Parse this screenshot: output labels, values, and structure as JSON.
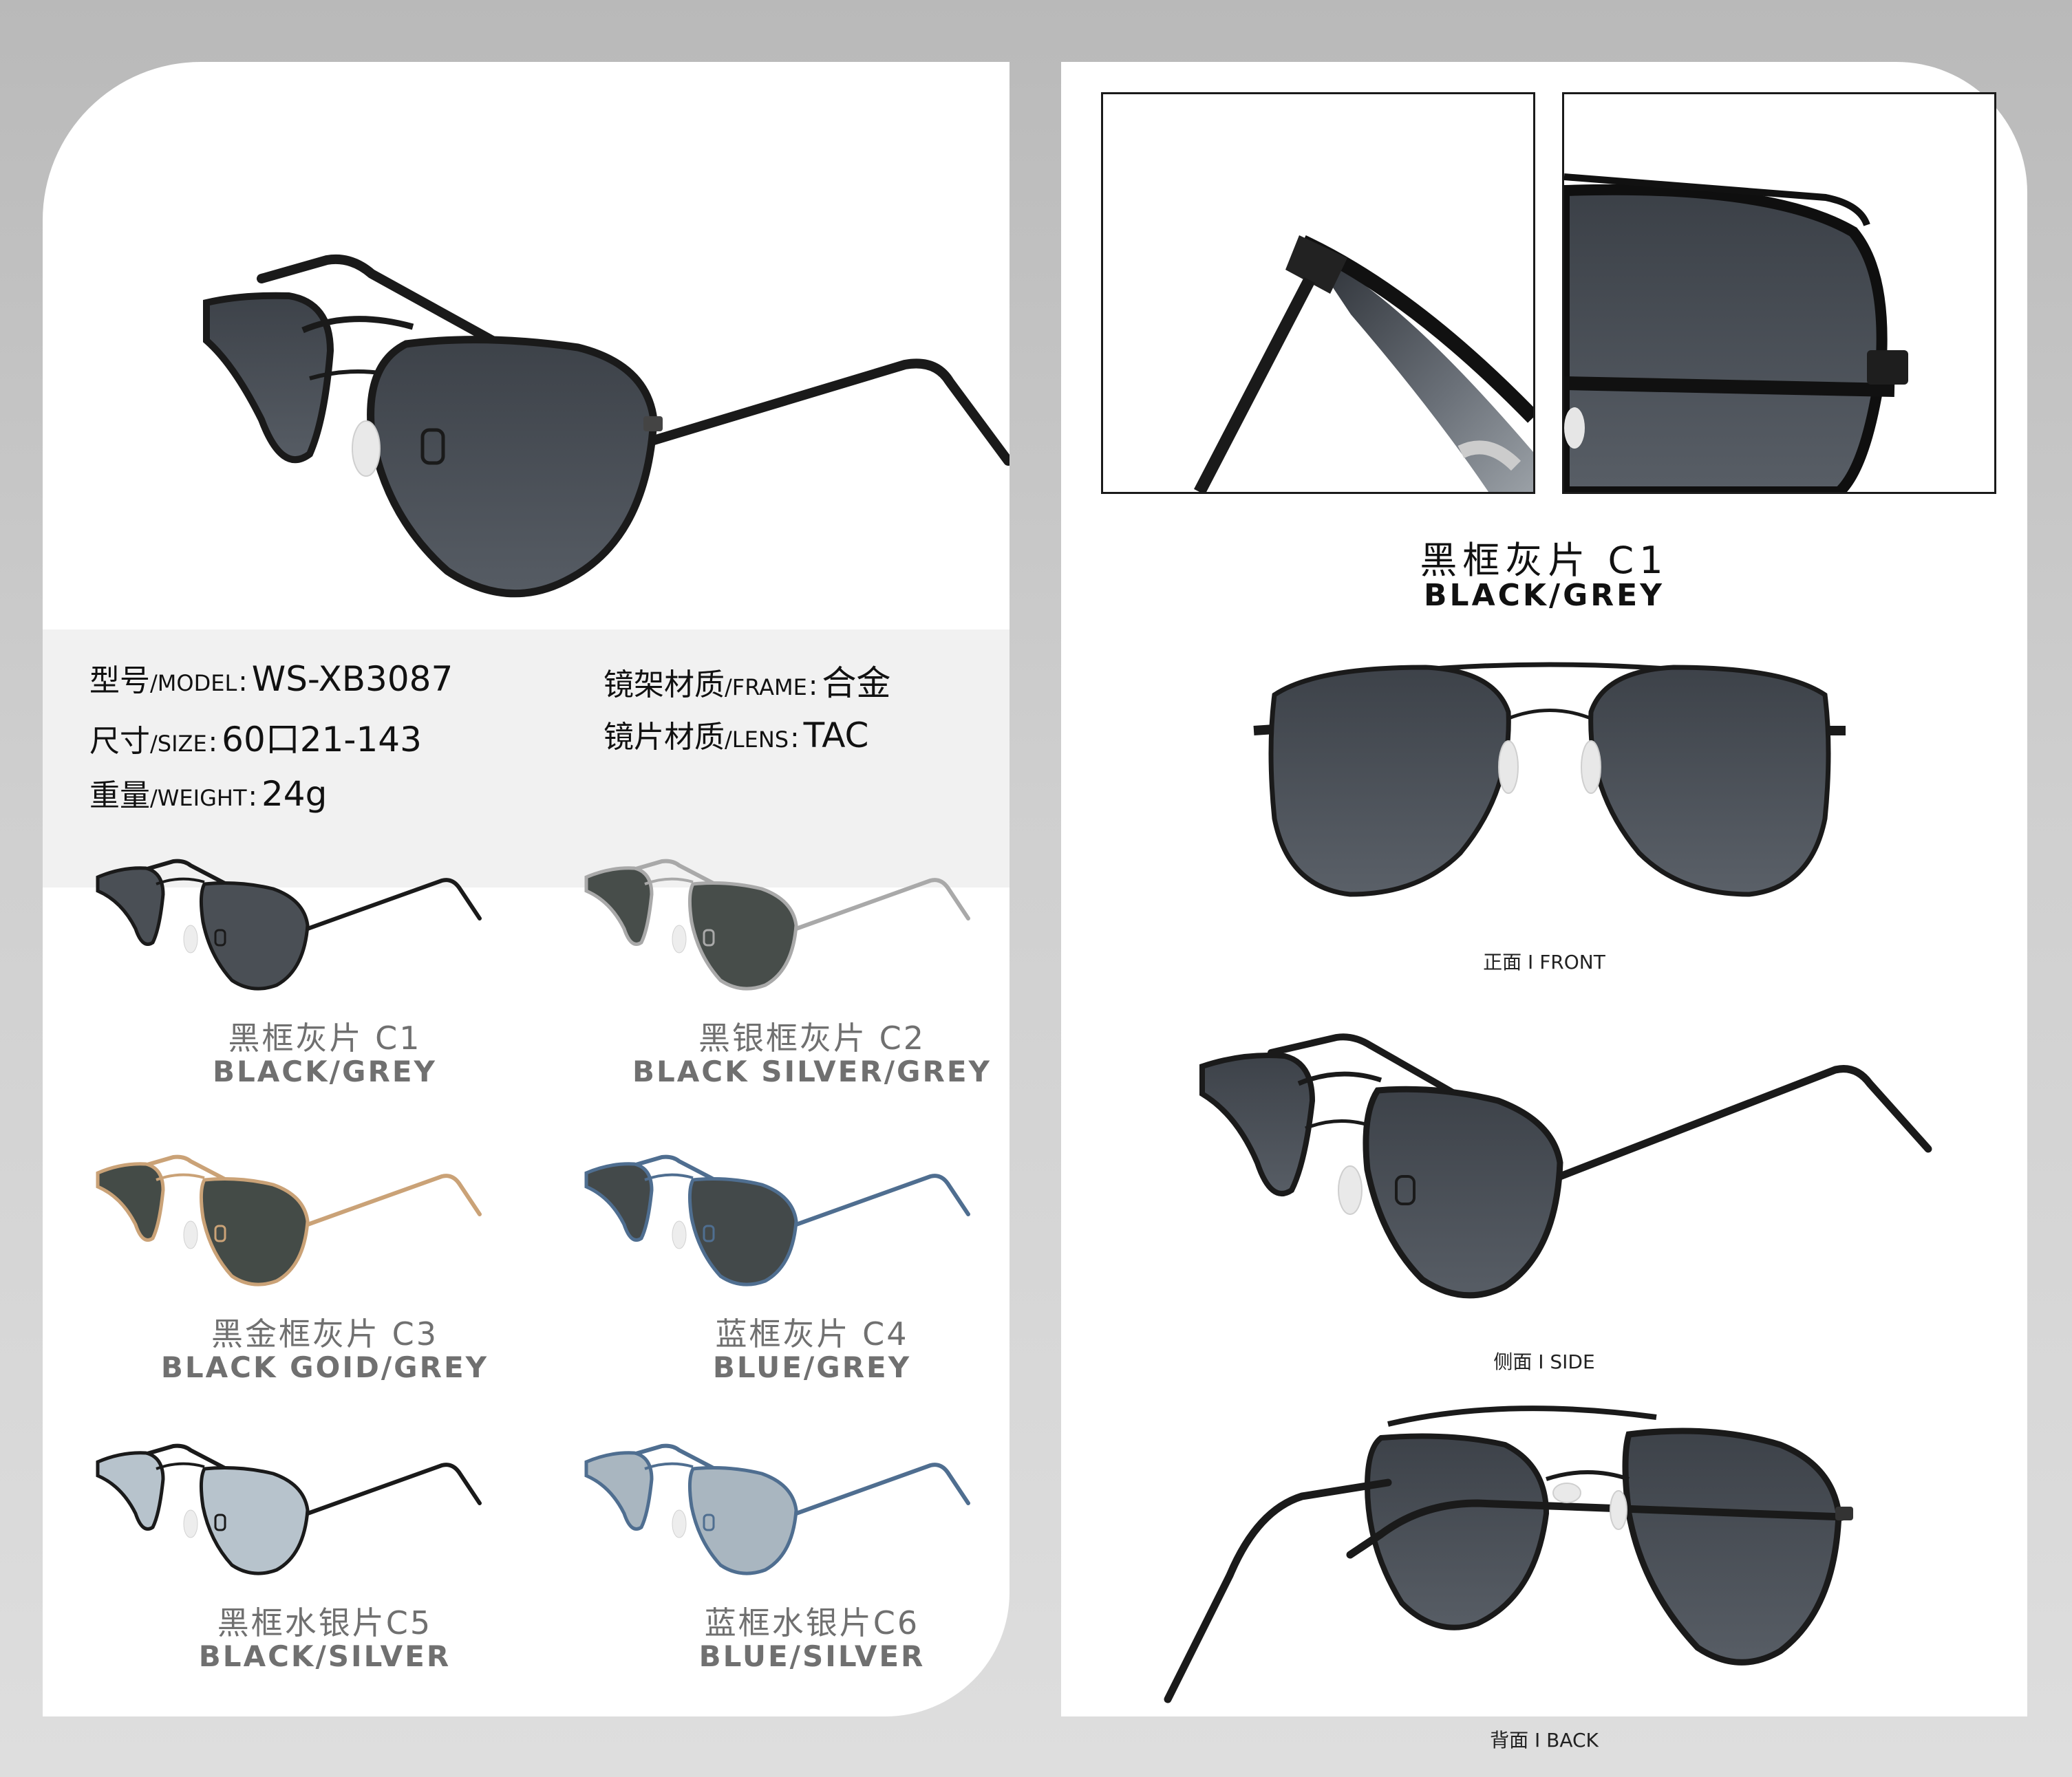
{
  "specs": {
    "model": {
      "zh": "型号",
      "en": "/MODEL",
      "sep": ":",
      "value": "WS-XB3087"
    },
    "size": {
      "zh": "尺寸",
      "en": "/SIZE",
      "sep": ":",
      "value": "60口21-143"
    },
    "weight": {
      "zh": "重量",
      "en": "/WEIGHT",
      "sep": ":",
      "value": "24g"
    },
    "frame": {
      "zh": "镜架材质",
      "en": "/FRAME",
      "sep": ":",
      "value": "合金"
    },
    "lens": {
      "zh": "镜片材质",
      "en": "/LENS",
      "sep": ":",
      "value": "TAC"
    }
  },
  "variants": [
    {
      "zh": "黑框灰片 C1",
      "en": "BLACK/GREY",
      "frame_color": "#1a1a1a",
      "lens_color": "#4a4f55"
    },
    {
      "zh": "黑银框灰片 C2",
      "en": "BLACK SILVER/GREY",
      "frame_color": "#a9a9a9",
      "lens_color": "#474d4a"
    },
    {
      "zh": "黑金框灰片 C3",
      "en": "BLACK GOID/GREY",
      "frame_color": "#caa277",
      "lens_color": "#444b47"
    },
    {
      "zh": "蓝框灰片 C4",
      "en": "BLUE/GREY",
      "frame_color": "#4f6e90",
      "lens_color": "#43494a"
    },
    {
      "zh": "黑框水银片C5",
      "en": "BLACK/SILVER",
      "frame_color": "#1a1a1a",
      "lens_color": "#b7c3cc"
    },
    {
      "zh": "蓝框水银片C6",
      "en": "BLUE/SILVER",
      "frame_color": "#4f6e90",
      "lens_color": "#a9b6c0"
    }
  ],
  "featured": {
    "zh": "黑框灰片 C1",
    "en": "BLACK/GREY"
  },
  "views": {
    "front": "正面 I FRONT",
    "side": "侧面 I SIDE",
    "back": "背面 I BACK"
  },
  "colors": {
    "frame_black": "#1a1a1a",
    "lens_grey": "#4b5058",
    "spec_band": "#f1f1f1"
  }
}
